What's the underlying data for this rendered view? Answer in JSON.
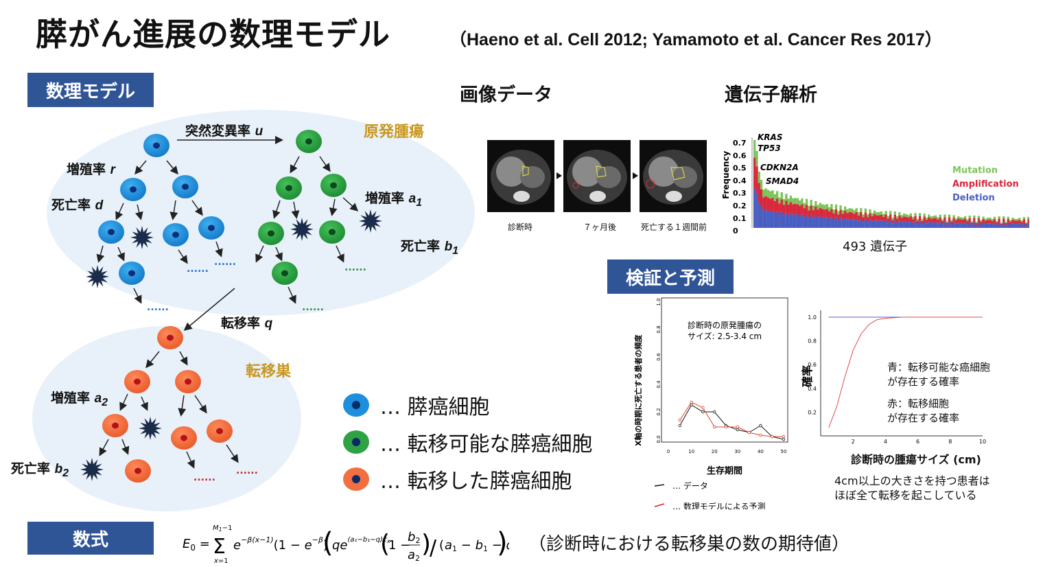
{
  "title": "膵がん進展の数理モデル",
  "citation": "（Haeno et al. Cell 2012; Yamamoto et al. Cancer Res 2017）",
  "model": {
    "banner": "数理モデル",
    "mutation_rate": "突然変異率",
    "primary_tumor": "原発腫瘍",
    "growth_r": "増殖率",
    "death_d": "死亡率",
    "growth_a1": "増殖率",
    "death_b1": "死亡率",
    "metastasis_q": "転移率",
    "metastasis_label": "転移巣",
    "growth_a2": "増殖率",
    "death_b2": "死亡率",
    "dots": "......"
  },
  "legend": [
    {
      "label": "… 膵癌細胞",
      "color": "#1e8fdc"
    },
    {
      "label": "… 転移可能な膵癌細胞",
      "color": "#2ea244"
    },
    {
      "label": "… 転移した膵癌細胞",
      "color": "#f26f3f"
    }
  ],
  "imaging": {
    "header": "画像データ",
    "captions": [
      "診断時",
      "７ヶ月後",
      "死亡する１週間前"
    ]
  },
  "genetics": {
    "header": "遺伝子解析",
    "genes": [
      "KRAS",
      "TP53",
      "CDKN2A",
      "SMAD4"
    ],
    "legend": [
      "Mutation",
      "Amplification",
      "Deletion"
    ],
    "legend_colors": [
      "#7dc45a",
      "#d9283c",
      "#4a5ec1"
    ],
    "ylabel": "Frequency",
    "yticks": [
      "0.7",
      "0.6",
      "0.5",
      "0.4",
      "0.3",
      "0.2",
      "0.1",
      "0"
    ],
    "caption": "493 遺伝子"
  },
  "validation": {
    "banner": "検証と予測",
    "chart1": {
      "annotation_line1": "診断時の原発腫瘍の",
      "annotation_line2": "サイズ: 2.5-3.4 cm",
      "ylabel": "X軸の時期に死亡する患者の頻度",
      "xlabel": "生存期間",
      "xticks": [
        "0",
        "10",
        "20",
        "30",
        "40",
        "50"
      ],
      "yticks": [
        "0.0",
        "0.2",
        "0.4",
        "0.6",
        "0.8",
        "1.0"
      ],
      "legend_data": "… データ",
      "legend_model": "… 数理モデルによる予測"
    },
    "chart2": {
      "ylabel": "確率",
      "xlabel": "診断時の腫瘍サイズ (cm)",
      "xticks": [
        "2",
        "4",
        "6",
        "8",
        "10"
      ],
      "yticks": [
        "0.2",
        "0.4",
        "0.6",
        "0.8",
        "1.0"
      ],
      "blue_line1": "青：転移可能な癌細胞",
      "blue_line2": "が存在する確率",
      "red_line1": "赤：転移細胞",
      "red_line2": "が存在する確率",
      "note_line1": "4cm以上の大きさを持つ患者は",
      "note_line2": "ほぼ全て転移を起こしている"
    }
  },
  "formula": {
    "banner": "数式",
    "description": "（診断時における転移巣の数の期待値）"
  },
  "chart_data": [
    {
      "type": "line",
      "x": [
        5,
        10,
        15,
        20,
        25,
        30,
        35,
        40,
        45,
        50
      ],
      "series": [
        {
          "values": [
            0.1,
            0.25,
            0.2,
            0.2,
            0.1,
            0.07,
            0.05,
            0.1,
            0.02,
            0.0
          ]
        },
        {
          "values": [
            0.14,
            0.27,
            0.23,
            0.09,
            0.09,
            0.09,
            0.05,
            0.03,
            0.02,
            0.02
          ]
        }
      ],
      "xlabel": "生存期間",
      "ylabel": "X軸の時期に死亡する患者の頻度",
      "xlim": [
        0,
        50
      ],
      "ylim": [
        0,
        1
      ]
    },
    {
      "type": "line",
      "x": [
        0.5,
        1,
        1.5,
        2,
        2.5,
        3,
        3.5,
        4,
        5,
        6,
        8,
        10
      ],
      "series": [
        {
          "values": [
            1,
            1,
            1,
            1,
            1,
            1,
            1,
            1,
            1,
            1,
            1,
            1
          ]
        },
        {
          "values": [
            0.07,
            0.25,
            0.5,
            0.72,
            0.86,
            0.94,
            0.98,
            0.99,
            1,
            1,
            1,
            1
          ]
        }
      ],
      "xlabel": "診断時の腫瘍サイズ (cm)",
      "ylabel": "確率",
      "xlim": [
        0,
        10
      ],
      "ylim": [
        0,
        1
      ]
    }
  ]
}
